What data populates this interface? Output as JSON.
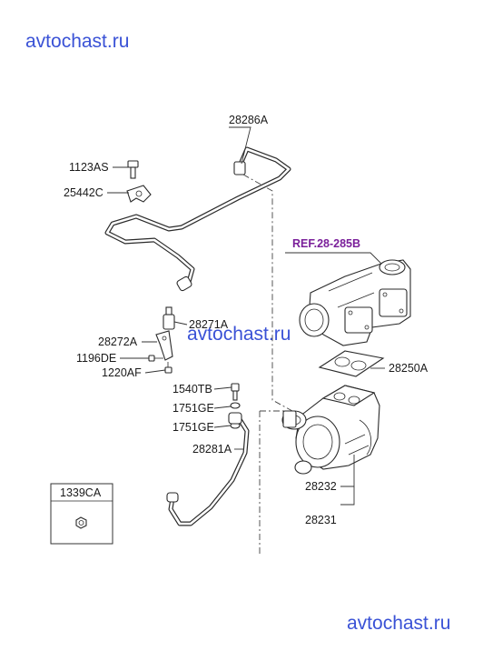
{
  "watermarks": {
    "top": "avtochast.ru",
    "middle": "avtochast.ru",
    "bottom": "avtochast.ru"
  },
  "reference": "REF.28-285B",
  "labels": {
    "pipe_upper": "28286A",
    "bolt_1123": "1123AS",
    "clamp": "25442C",
    "sensor": "28271A",
    "bracket": "28272A",
    "bolt_1196": "1196DE",
    "bolt_1220": "1220AF",
    "bolt_1540": "1540TB",
    "gasket_upper_1751": "1751GE",
    "gasket_lower_1751": "1751GE",
    "pipe_lower": "28281A",
    "gasket_turbo": "28250A",
    "turbo_assy": "28232",
    "turbo_complete": "28231"
  },
  "legend_box": {
    "title": "1339CA",
    "icon": "hex-nut-icon"
  }
}
